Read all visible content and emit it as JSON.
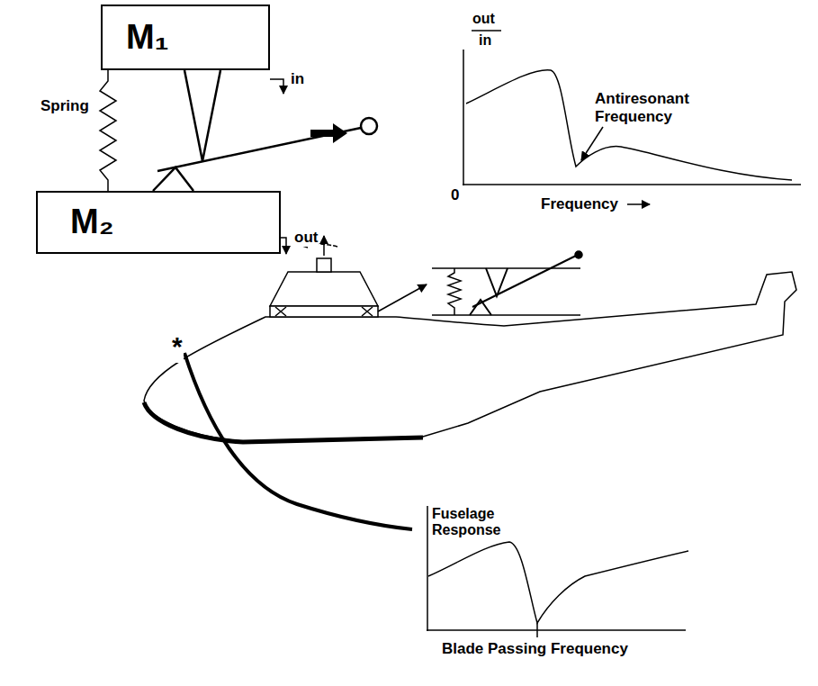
{
  "diagram": {
    "nodes": [
      {
        "text": [
          "M₁"
        ]
      },
      {
        "text": [
          "M₂"
        ]
      }
    ],
    "edges": [
      {
        "from": 0,
        "to": 1,
        "arrow": "none",
        "label": "Spring"
      }
    ],
    "labels": [
      "in",
      "out",
      "out",
      "in",
      "0",
      "Antiresonant Frequency",
      "Frequency",
      "Fuselage Response",
      "Blade Passing Frequency",
      "*"
    ]
  }
}
